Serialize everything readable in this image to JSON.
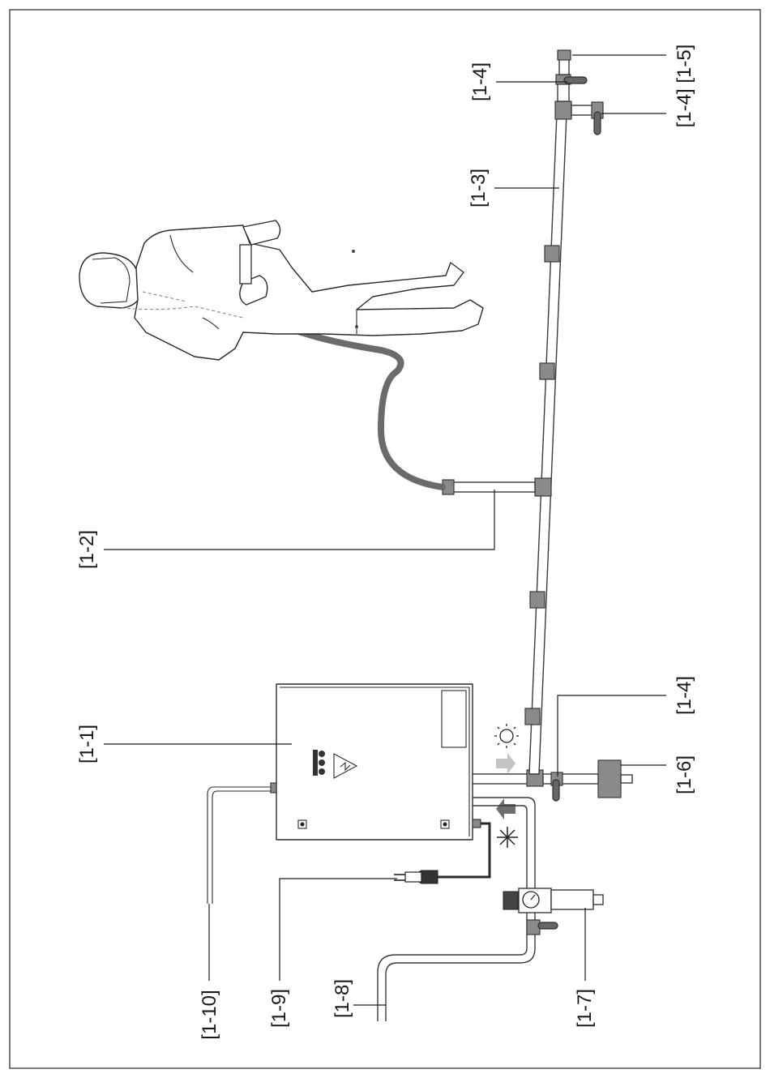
{
  "labels": {
    "l1_1": "[1-1]",
    "l1_2": "[1-2]",
    "l1_3": "[1-3]",
    "l1_4a": "[1-4]",
    "l1_4b": "[1-4] [1-5]",
    "l1_4c": "[1-4]",
    "l1_6": "[1-6]",
    "l1_7": "[1-7]",
    "l1_8": "[1-8]",
    "l1_9": "[1-9]",
    "l1_10": "[1-10]"
  },
  "icons": {
    "heat": "sun-icon",
    "cold": "snowflake-icon",
    "hazard": "electrical-warning-icon"
  },
  "colors": {
    "hose": "#6b6b6b",
    "fitting": "#8a8a8a",
    "heat_arrow": "#c4c4c4",
    "cold_arrow": "#6e6e6e"
  }
}
